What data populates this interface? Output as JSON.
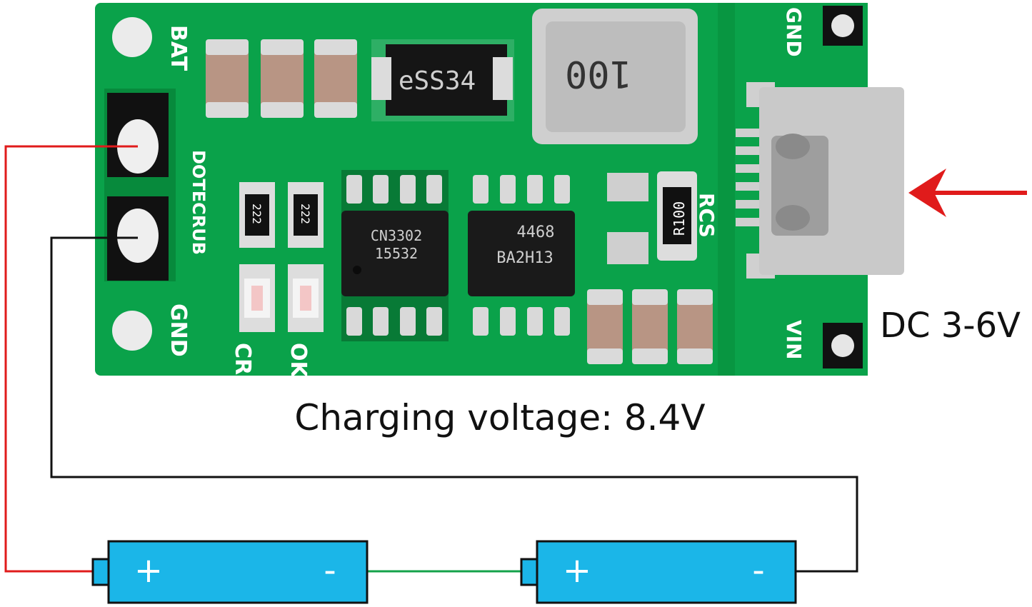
{
  "colors": {
    "pcb": "#0aa24a",
    "pcb_dark": "#078a3c",
    "pad": "#e9e9e9",
    "battery": "#1bb6e8",
    "wire_red": "#e01b1b",
    "wire_black": "#111111",
    "wire_green": "#13a24a",
    "arrow": "#e01b1b"
  },
  "board": {
    "label_bat": "BAT",
    "label_gnd_left": "GND",
    "label_gnd_top": "GND",
    "label_vin": "VIN",
    "label_rcs": "RCS",
    "label_cr": "CR",
    "label_ok": "OK",
    "brand": "DOTECRUB"
  },
  "components": {
    "diode": "eSS34",
    "inductor": "100",
    "ic1_line1": "CN3302",
    "ic1_line2": "15532",
    "ic2_line1": "4468",
    "ic2_line2": "BA2H13",
    "resistor_rcs": "R100",
    "resistor_a": "222",
    "resistor_b": "222"
  },
  "captions": {
    "input": "DC 3-6V",
    "charging": "Charging voltage: 8.4V"
  },
  "batteries": [
    {
      "plus": "+",
      "minus": "-"
    },
    {
      "plus": "+",
      "minus": "-"
    }
  ],
  "icons": {
    "input_arrow": "arrow-left-icon",
    "usb_port": "usb-c-port-icon"
  }
}
